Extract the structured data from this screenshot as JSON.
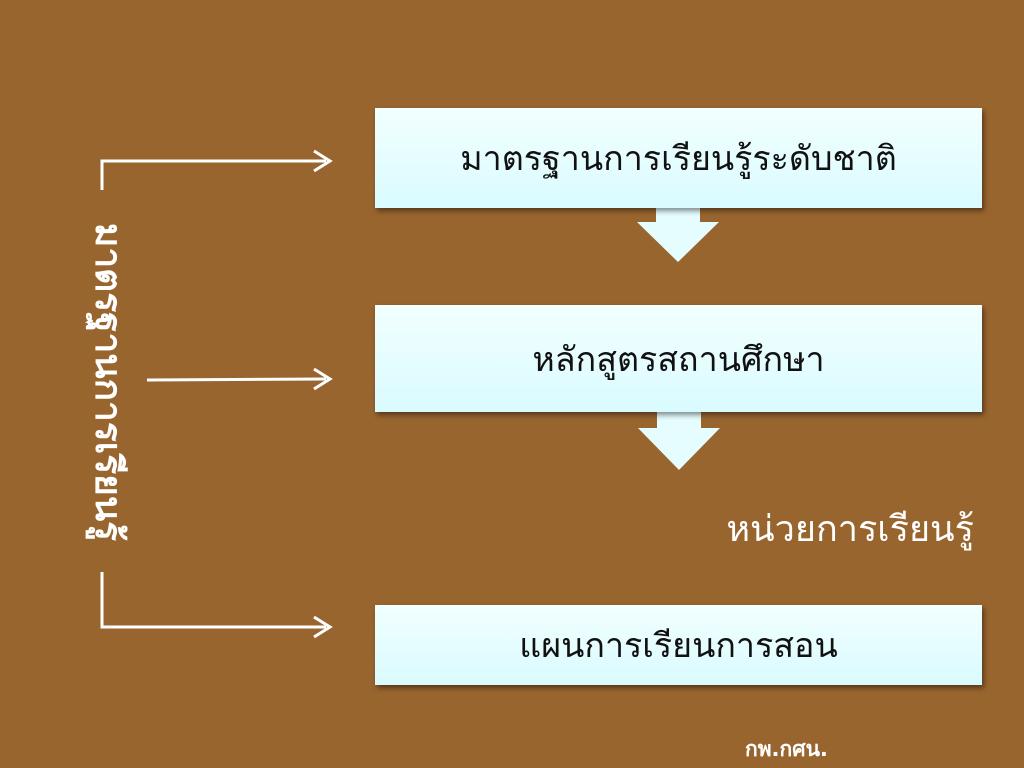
{
  "diagram": {
    "vertical_label": "มาตรฐานการเรียนรู้",
    "boxes": [
      {
        "id": "standards",
        "label": "มาตรฐานการเรียนรู้ระดับชาติ"
      },
      {
        "id": "curriculum",
        "label": "หลักสูตรสถานศึกษา"
      },
      {
        "id": "lesson_plan",
        "label": "แผนการเรียนการสอน"
      }
    ],
    "unit_label": "หน่วยการเรียนรู้",
    "footer": "กพ.กศน."
  },
  "colors": {
    "background": "#99652f",
    "box_fill": "#e6fdff",
    "arrow_fill": "#e6fdff",
    "text_light": "#ffffff",
    "text_dark": "#111111"
  }
}
